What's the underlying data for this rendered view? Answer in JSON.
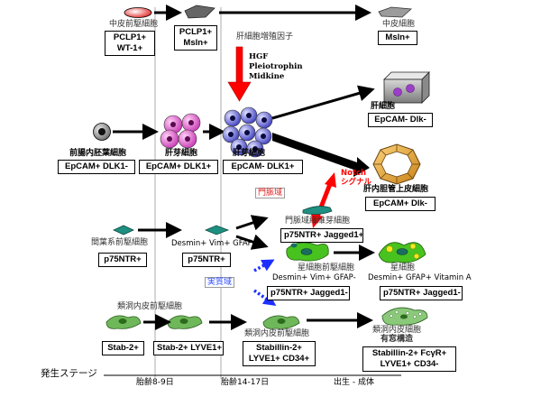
{
  "top_row": {
    "mesothelial_progenitor": "中皮前駆細胞",
    "box_pclp1_wt1": [
      "PCLP1+",
      "WT-1+"
    ],
    "box_pclp1_msln": [
      "PCLP1+",
      "Msln+"
    ],
    "hepatocyte_growth_factors": "肝細胞増殖因子",
    "growth_factor_list": [
      "HGF",
      "Pleiotrophin",
      "Midkine"
    ],
    "mesothelial_cell": "中皮細胞",
    "box_msln": "Msln+"
  },
  "hepatic_row": {
    "foregut_endoderm": "前腸内胚葉細胞",
    "hepatoblast_1": "肝芽細胞",
    "hepatoblast_2": "肝芽細胞",
    "hepatocyte": "肝細胞",
    "box_epcam_dlk1_a": "EpCAM+ DLK1-",
    "box_epcam_dlk1_b": "EpCAM+ DLK1+",
    "box_epcam_dlk1_c": "EpCAM- DLK1+",
    "box_hepatocyte": "EpCAM- Dlk-",
    "notch_signal": [
      "Notch",
      "シグナル"
    ],
    "portal_region": "門脈域",
    "cholangiocyte": "肝内胆管上皮細胞",
    "box_cholangiocyte": "EpCAM+ Dlk-"
  },
  "mesenchymal_row": {
    "portal_fibroblast": "門脈域繊維芽細胞",
    "mesenchymal_progenitor": "間葉系前駆細胞",
    "desmin_vim_gfap_1": "Desmin+ Vim+ GFAP-",
    "box_p75_a": "p75NTR+",
    "box_p75_b": "p75NTR+",
    "box_p75_jagged_pos": "p75NTR+  Jagged1+",
    "parenchymal_region": "実質域",
    "stellate_progenitor": "星細胞前駆細胞",
    "desmin_vim_gfap_2": "Desmin+ Vim+ GFAP-",
    "box_p75_jagged_neg_1": "p75NTR+  Jagged1-",
    "stellate_cell": "星細胞",
    "stellate_markers": "Desmin+ GFAP+ Vitamin A",
    "box_p75_jagged_neg_2": "p75NTR+  Jagged1-"
  },
  "endothelial_row": {
    "sinusoidal_progenitor_1": "類洞内皮前駆細胞",
    "sinusoidal_progenitor_2": "類洞内皮前駆細胞",
    "sinusoidal_endothelial": [
      "類洞内皮細胞",
      "有窓構造"
    ],
    "box_stab2": "Stab-2+",
    "box_stab2_lyve1": "Stab-2+ LYVE1+",
    "box_stabilin_lyve1": [
      "Stabillin-2+",
      "LYVE1+ CD34+"
    ],
    "box_stabilin_fcr": [
      "Stabillin-2+ FcγR+",
      "LYVE1+ CD34-"
    ]
  },
  "timeline": {
    "axis_label": "発生ステージ",
    "stage_1": "胎齢8-9日",
    "stage_2": "胎齢14-17日",
    "stage_3": "出生 - 成体"
  },
  "colors": {
    "hepatoblast_pink": "#d94fc8",
    "hepatoblast_blue": "#4b4ccc",
    "mesenchymal_teal": "#1e8f80",
    "stellate_green": "#48c21f",
    "endothelial_green": "#6fb85a",
    "notch_red": "#ff0000",
    "portal_label_red": "#e02020",
    "parenchymal_label_blue": "#2a4aff",
    "mesothelial_red": "#e11a1a"
  }
}
